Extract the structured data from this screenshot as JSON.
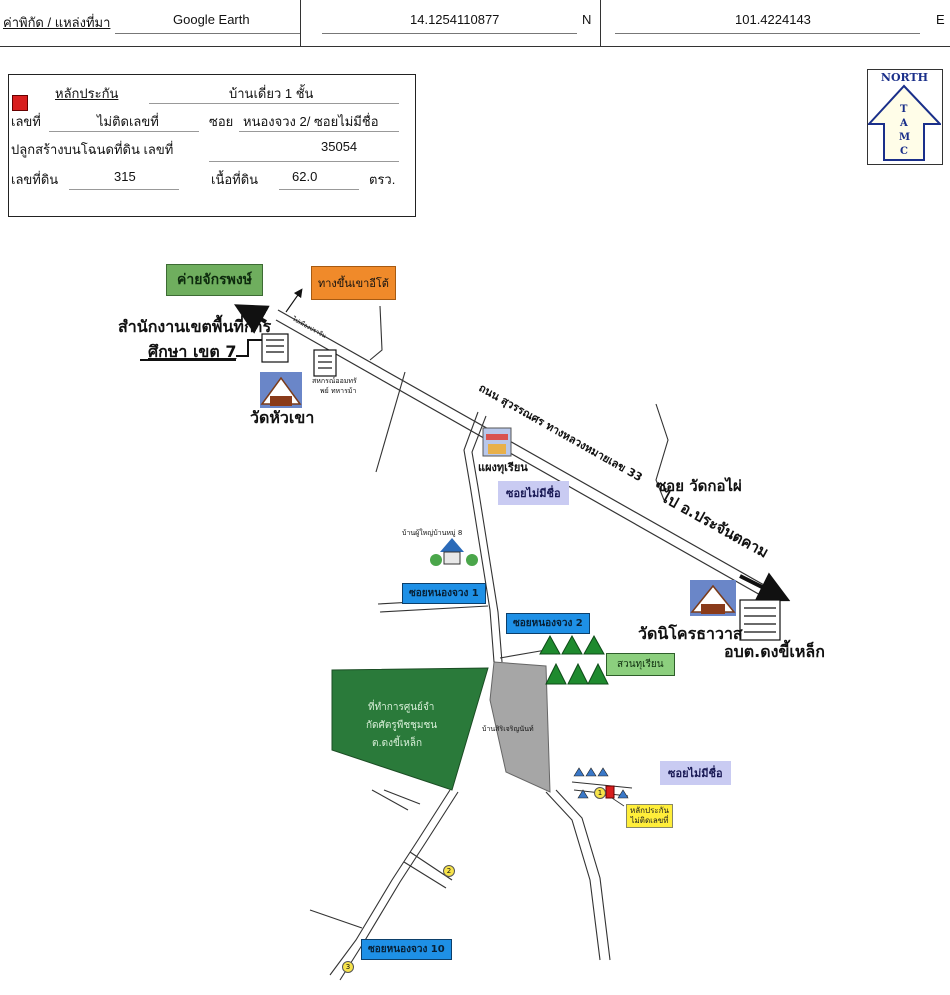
{
  "coords": {
    "label": "ค่าพิกัด / แหล่งที่มา",
    "source": "Google Earth",
    "lat": "14.1254110877",
    "lat_dir": "N",
    "lon": "101.4224143",
    "lon_dir": "E"
  },
  "info": {
    "title": "หลักประกัน",
    "type": "บ้านเดี่ยว 1 ชั้น",
    "no_label": "เลขที่",
    "no_value": "ไม่ติดเลขที่",
    "soi_label": "ซอย",
    "soi_value": "หนองจวง 2/ ซอยไม่มีชื่อ",
    "deed_label": "ปลูกสร้างบนโฉนดที่ดิน เลขที่",
    "deed_value": "35054",
    "land_no_label": "เลขที่ดิน",
    "land_no_value": "315",
    "area_label": "เนื้อที่ดิน",
    "area_value": "62.0",
    "area_unit": "ตรว."
  },
  "compass": {
    "title": "NORTH",
    "letters": [
      "T",
      "A",
      "M",
      "C"
    ]
  },
  "map": {
    "camp": "ค่ายจักรพงษ์",
    "mountain_road": "ทางขึ้นเขาอีโต้",
    "office_line1": "สำนักงานเขตพื้นที่การ",
    "office_line2": "ศึกษา เขต 7",
    "to_prachin": "ไปเมืองปราจีน",
    "coop_line1": "สหกรณ์ออมทรั",
    "coop_line2": "พย์ ทหารม้า",
    "wat_huakhao": "วัดหัวเขา",
    "road_name": "ถนน สุวรรณศร ทางหลวงหมายเลข 33",
    "durian_stall": "แผงทุเรียน",
    "soi_unnamed_1": "ซอยไม่มีชื่อ",
    "soi_wat_kopai": "ซอย วัดกอไผ่",
    "to_prachantakham": "ไป อ.ประจันตคาม",
    "village_head": "บ้านผู้ใหญ่บ้านหมู่ 8",
    "soi_nj1": "ซอยหนองจวง 1",
    "soi_nj2": "ซอยหนองจวง 2",
    "wat_nikhrot": "วัดนิโครธาวาส",
    "sao_dongkhilek": "อบต.ดงขี้เหล็ก",
    "durian_garden": "สวนทุเรียน",
    "center_line1": "ที่ทำการศูนย์จำ",
    "center_line2": "กัดศัตรูพืชชุมชน",
    "center_line3": "ต.ดงขี้เหล็ก",
    "village_sirichaoen": "บ้านสิริเจริญนันท์",
    "soi_unnamed_2": "ซอยไม่มีชื่อ",
    "collateral_line1": "หลักประกัน",
    "collateral_line2": "ไม่ติดเลขที่",
    "soi_nj10": "ซอยหนองจวง 10",
    "marker_1": "1",
    "marker_2": "2",
    "marker_3": "3"
  },
  "colors": {
    "red_marker": "#d81e1e",
    "green_zone": "#2a7a3a",
    "gray_zone": "#a6a6a6",
    "blue_label": "#1e90e6"
  }
}
